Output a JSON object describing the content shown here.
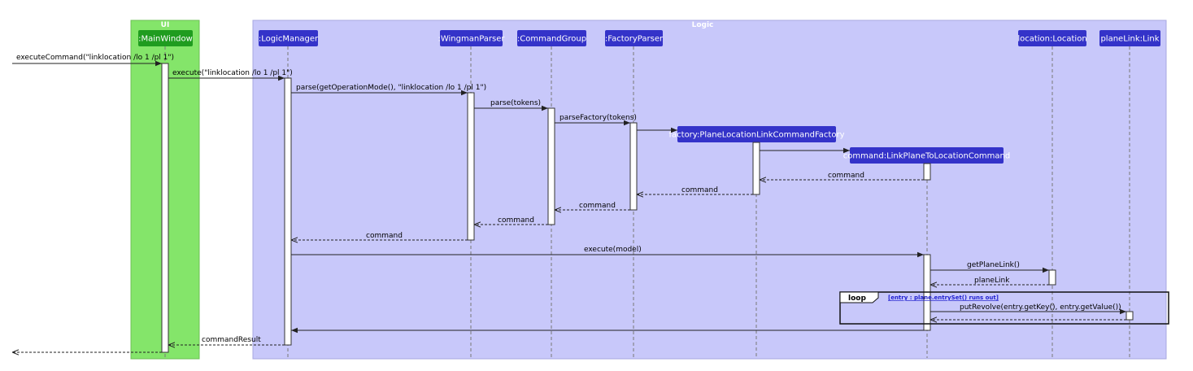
{
  "groups": {
    "ui": {
      "title": "UI",
      "color": "#84e56a"
    },
    "logic": {
      "title": "Logic",
      "color": "#c8c8fa"
    }
  },
  "participants": {
    "main_window": ":MainWindow",
    "logic_manager": ":LogicManager",
    "wingman_parser": ":WingmanParser",
    "command_group": ":CommandGroup",
    "factory_parser": ":FactoryParser",
    "factory": "factory:PlaneLocationLinkCommandFactory",
    "command": "command:LinkPlaneToLocationCommand",
    "location": "location:Location",
    "plane_link": "planeLink:Link"
  },
  "messages": {
    "m1": "executeCommand(\"linklocation /lo 1 /pl 1\")",
    "m2": "execute(\"linklocation /lo 1 /pl 1\")",
    "m3": "parse(getOperationMode(), \"linklocation /lo 1 /pl 1\")",
    "m4": "parse(tokens)",
    "m5": "parseFactory(tokens)",
    "r1": "command",
    "r2": "command",
    "r3": "command",
    "r4": "command",
    "r5": "command",
    "m6": "execute(model)",
    "m7": "getPlaneLink()",
    "r6": "planeLink",
    "m8": "putRevolve(entry.getKey(), entry.getValue())",
    "r7": "commandResult"
  },
  "loop": {
    "label": "loop",
    "guard": "[entry : plane.entrySet() runs out]"
  },
  "colors": {
    "participant_box": "#3433c9",
    "ui_participant_box": "#1f9c1f",
    "lifeline": "#777777",
    "arrow": "#222222"
  }
}
